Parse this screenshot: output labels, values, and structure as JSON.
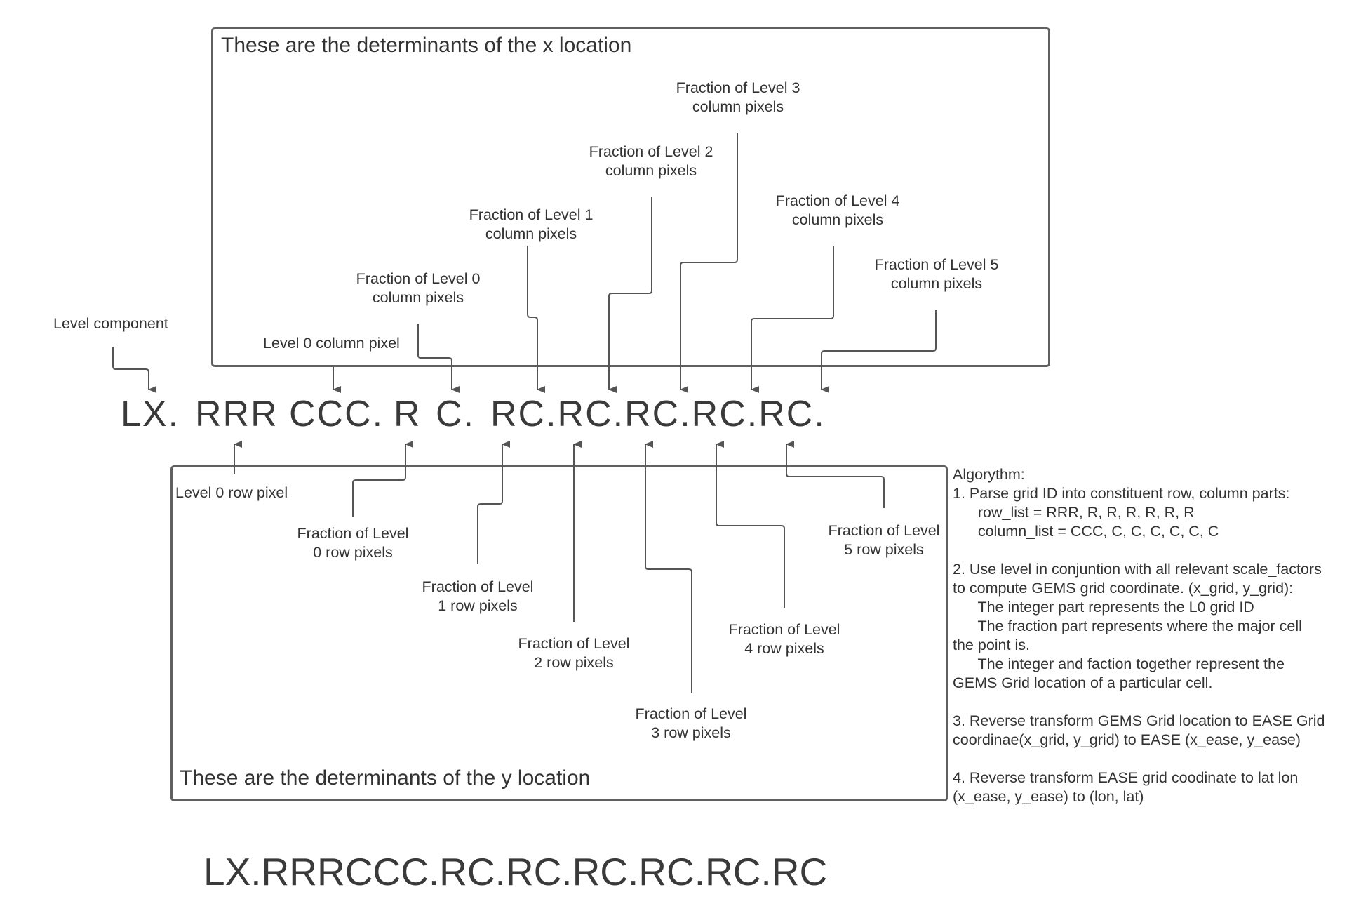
{
  "x_box": {
    "title": "These are the determinants of the x location",
    "labels": {
      "level_component": "Level component",
      "l0_column_pixel": "Level 0 column pixel",
      "frac_l0": [
        "Fraction of  Level 0",
        "column pixels"
      ],
      "frac_l1": [
        "Fraction of  Level 1",
        "column pixels"
      ],
      "frac_l2": [
        "Fraction of  Level 2",
        "column pixels"
      ],
      "frac_l3": [
        "Fraction of  Level 3",
        "column pixels"
      ],
      "frac_l4": [
        "Fraction of  Level 4",
        "column pixels"
      ],
      "frac_l5": [
        "Fraction of  Level 5",
        "column pixels"
      ]
    }
  },
  "code_parts": {
    "lx": "LX.",
    "rrr": "RRR",
    "ccc": "CCC.",
    "r": "R",
    "c": "C.",
    "rc": "RC.RC.RC.RC.RC."
  },
  "y_box": {
    "title": "These are the determinants of the y location",
    "labels": {
      "l0_row_pixel": "Level 0 row pixel",
      "frac_l0": [
        "Fraction of Level",
        "0 row pixels"
      ],
      "frac_l1": [
        "Fraction of Level",
        "1 row pixels"
      ],
      "frac_l2": [
        "Fraction of Level",
        "2 row pixels"
      ],
      "frac_l3": [
        "Fraction of Level",
        "3 row pixels"
      ],
      "frac_l4": [
        "Fraction of Level",
        "4 row pixels"
      ],
      "frac_l5": [
        "Fraction of Level",
        "5 row pixels"
      ]
    }
  },
  "algorithm": {
    "lines": [
      "Algorythm:",
      "1. Parse grid ID into constituent row, column parts:",
      "      row_list = RRR, R, R, R, R, R, R",
      "      column_list = CCC, C, C, C, C, C, C",
      "",
      "2. Use level in conjuntion with all relevant scale_factors",
      "to compute GEMS grid coordinate. (x_grid, y_grid):",
      "      The integer part represents the L0 grid ID",
      "      The fraction part represents where the major cell",
      "the point is.",
      "      The integer and faction together represent the",
      "GEMS Grid location of a particular cell.",
      "",
      "3. Reverse transform GEMS Grid location to EASE Grid",
      "coordinae(x_grid, y_grid) to EASE (x_ease, y_ease)",
      "",
      "4. Reverse transform EASE grid coodinate to lat lon",
      "(x_ease, y_ease) to (lon, lat)"
    ]
  },
  "full_code": "LX.RRRCCC.RC.RC.RC.RC.RC.RC"
}
